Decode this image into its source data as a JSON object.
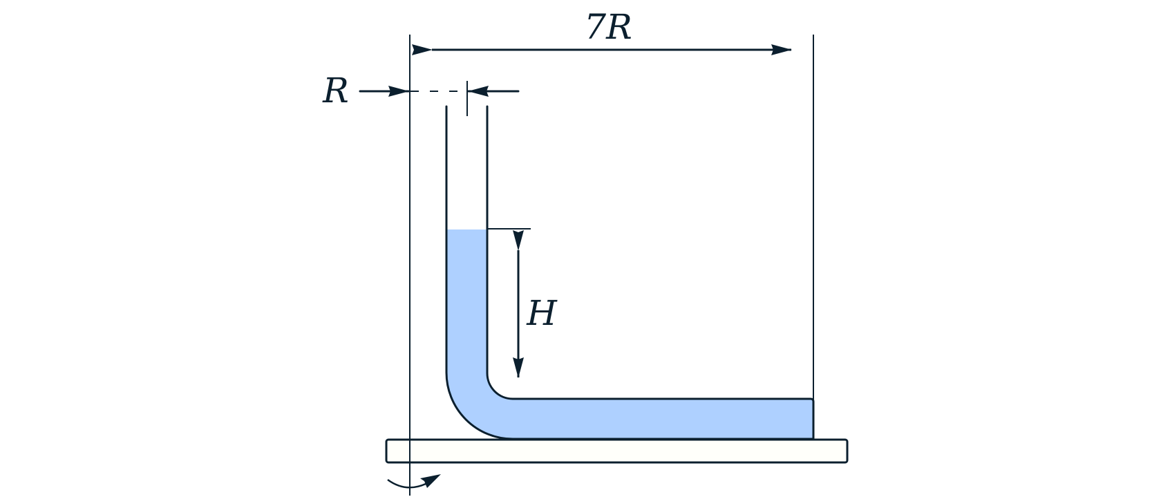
{
  "labels": {
    "width_label": "7R",
    "radius_label": "R",
    "height_label": "H"
  },
  "colors": {
    "ink": "#0b1f2e",
    "liquid": "#aed0ff",
    "base_fill": "#fffffa",
    "background": "#ffffff"
  }
}
